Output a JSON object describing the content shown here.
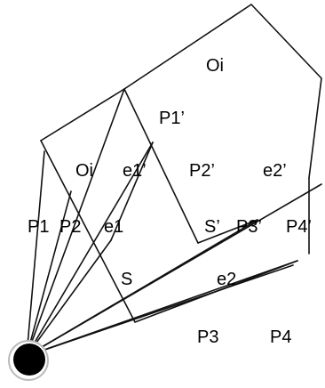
{
  "labels": {
    "oi_top": "Oi",
    "p1_prime": "P1’",
    "oi_left": "Oi",
    "e1_prime": "e1’",
    "p2_prime": "P2’",
    "e2_prime": "e2’",
    "p1": "P1",
    "p2": "P2",
    "e1": "e1",
    "s_prime": "S’",
    "p3_prime": "P3’",
    "p4_prime": "P4’",
    "s": "S",
    "e2": "e2",
    "p3": "P3",
    "p4": "P4"
  },
  "colors": {
    "line": "#111111",
    "text": "#000000",
    "camera_fill": "#000000",
    "camera_ring": "#bbbbbb",
    "background": "#ffffff"
  }
}
